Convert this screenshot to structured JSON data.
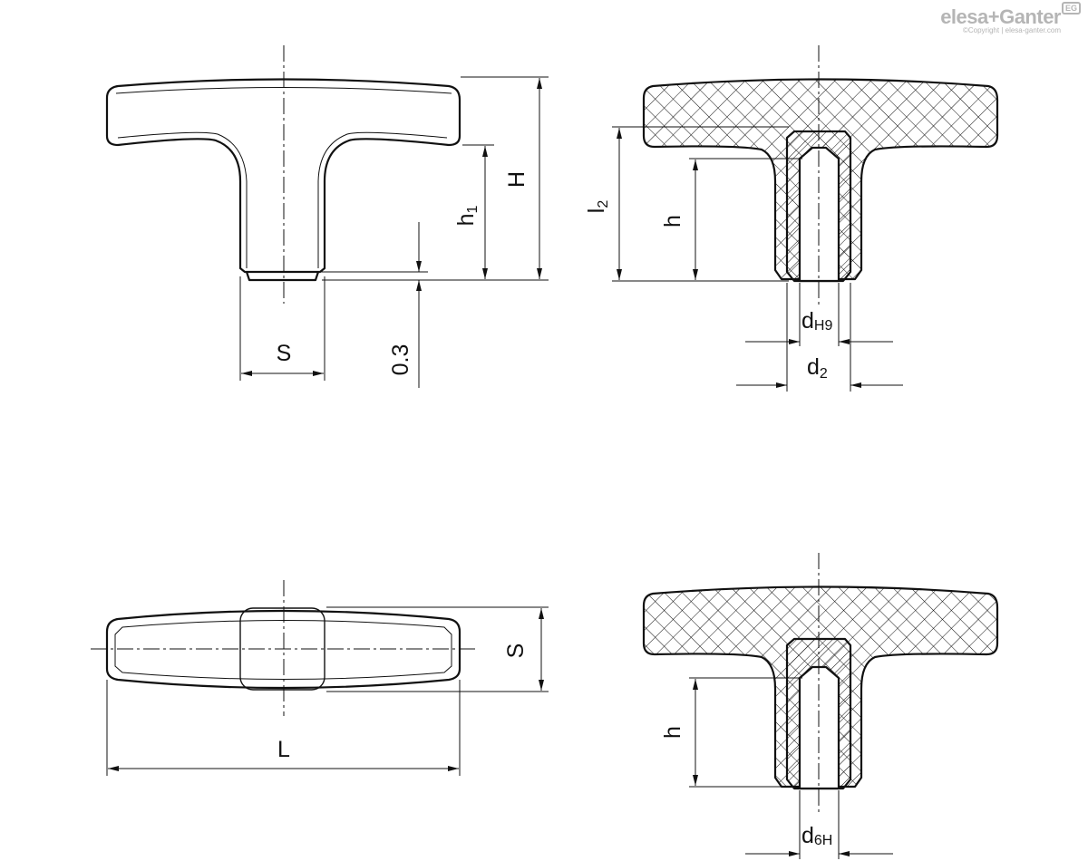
{
  "logo": {
    "brand": "elesa+Ganter",
    "badge": "EG",
    "copyright": "©Copyright | elesa-ganter.com"
  },
  "labels": {
    "front_view": {
      "H": "H",
      "h1_main": "h",
      "h1_sub": "1",
      "S": "S",
      "clearance": "0.3"
    },
    "section_top": {
      "l2_main": "l",
      "l2_sub": "2",
      "h": "h",
      "d_main": "d",
      "d_sub": "H9",
      "d2_main": "d",
      "d2_sub": "2"
    },
    "top_view": {
      "S": "S",
      "L": "L"
    },
    "section_bottom": {
      "h": "h",
      "d_main": "d",
      "d_sub": "6H"
    }
  }
}
